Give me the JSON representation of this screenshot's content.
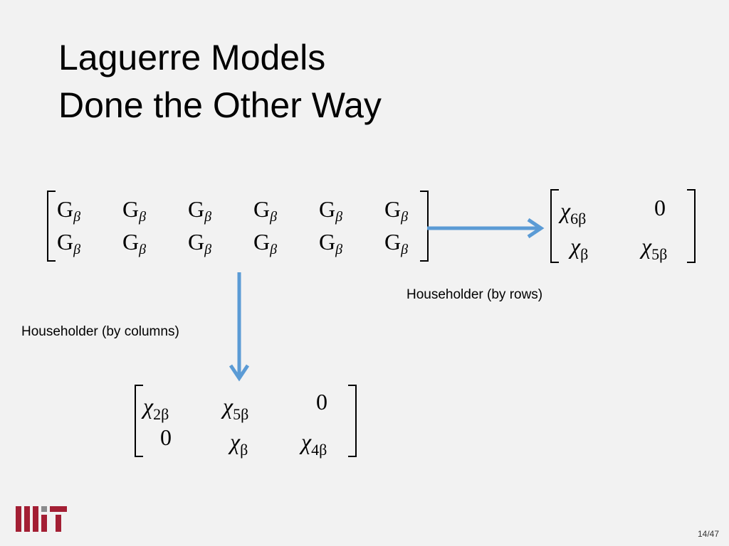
{
  "slide": {
    "title_line1": "Laguerre Models",
    "title_line2": "Done the Other Way",
    "page": "14/47",
    "logo": "MIT"
  },
  "gaussian_matrix": {
    "rows": [
      [
        "G",
        "G",
        "G",
        "G",
        "G",
        "G"
      ],
      [
        "G",
        "G",
        "G",
        "G",
        "G",
        "G"
      ]
    ],
    "subscript": "β"
  },
  "row_result": {
    "r1c1_base": "χ",
    "r1c1_sub": "6β",
    "r1c2": "0",
    "r2c1_base": "χ",
    "r2c1_sub": "β",
    "r2c2_base": "χ",
    "r2c2_sub": "5β"
  },
  "col_result": {
    "r1c1_base": "χ",
    "r1c1_sub": "2β",
    "r1c2_base": "χ",
    "r1c2_sub": "5β",
    "r1c3": "0",
    "r2c1": "0",
    "r2c2_base": "χ",
    "r2c2_sub": "β",
    "r2c3_base": "χ",
    "r2c3_sub": "4β"
  },
  "labels": {
    "by_rows": "Householder (by rows)",
    "by_columns": "Householder (by columns)"
  },
  "colors": {
    "arrow": "#5b9bd5",
    "logo_red": "#a31f34",
    "logo_gray": "#8a8b8c"
  }
}
